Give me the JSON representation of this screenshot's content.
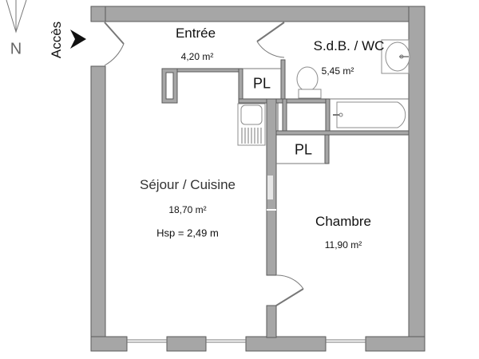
{
  "compass": {
    "label": "N",
    "icon": "north-arrow-icon"
  },
  "access": {
    "label": "Accès",
    "icon": "access-arrow-icon"
  },
  "rooms": {
    "entree": {
      "name": "Entrée",
      "area": "4,20 m²"
    },
    "sdb_wc": {
      "name": "S.d.B. / WC",
      "area": "5,45 m²"
    },
    "sejour": {
      "name": "Séjour / Cuisine",
      "area": "18,70 m²",
      "height": "Hsp = 2,49 m"
    },
    "chambre": {
      "name": "Chambre",
      "area": "11,90 m²"
    }
  },
  "closets": [
    {
      "label": "PL"
    },
    {
      "label": "PL"
    }
  ],
  "colors": {
    "wall": "#a6a6a6",
    "wall_outline": "#5a5a5a",
    "background": "#ffffff",
    "text": "#111111"
  }
}
